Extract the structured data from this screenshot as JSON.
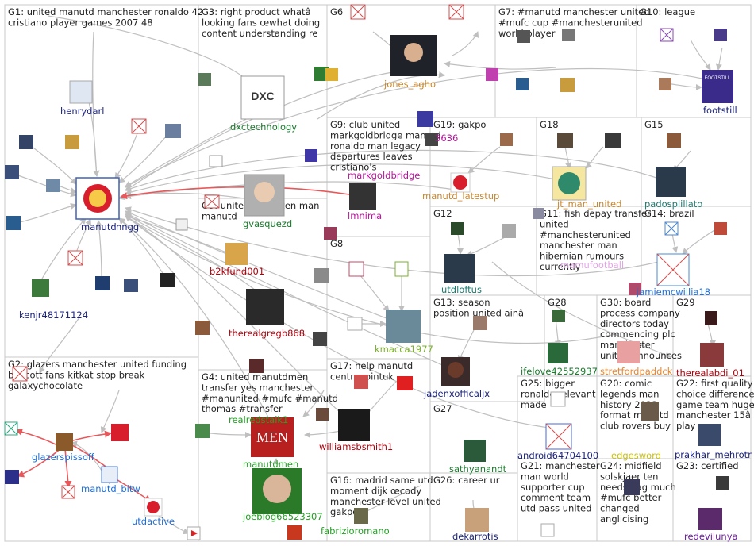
{
  "colors": {
    "grid": "#c8c8c8",
    "edge": "#bfbfbf",
    "edge_red": "#e8585b"
  },
  "groups": [
    {
      "id": "G1",
      "lines": [
        "G1: united manutd manchester ronaldo 42",
        "cristiano player games 2007 48"
      ]
    },
    {
      "id": "G2",
      "lines": [
        "G2: glazers manchester united funding",
        "boycott fans kitkat stop break",
        "galaxychocolate"
      ]
    },
    {
      "id": "G3",
      "lines": [
        "G3: right product whatâ",
        "looking fans œwhat doing",
        "content understanding re"
      ]
    },
    {
      "id": "G4",
      "lines": [
        "G4: united manutdmen",
        "transfer yes manchester",
        "#manunited #mufc #manutd",
        "thomas #transfer"
      ]
    },
    {
      "id": "G5",
      "lines": [
        "G5: united name ten man",
        "manutd"
      ]
    },
    {
      "id": "G6",
      "lines": [
        "G6"
      ]
    },
    {
      "id": "G7",
      "lines": [
        "G7: #manutd manchester united",
        "#mufc cup #manchesterunited",
        "world player"
      ]
    },
    {
      "id": "G8",
      "lines": [
        "G8"
      ]
    },
    {
      "id": "G9",
      "lines": [
        "G9: club united",
        "markgoldbridge manutd",
        "ronaldo man legacy",
        "departures leaves",
        "cristiano's"
      ]
    },
    {
      "id": "G10",
      "lines": [
        "G10: league"
      ]
    },
    {
      "id": "G11",
      "lines": [
        "G11: fish depay transfer",
        "united",
        "#manchesterunited",
        "manchester man",
        "hibernian rumours",
        "currently"
      ]
    },
    {
      "id": "G12",
      "lines": [
        "G12"
      ]
    },
    {
      "id": "G13",
      "lines": [
        "G13: season",
        "position united ainâ"
      ]
    },
    {
      "id": "G14",
      "lines": [
        "G14: brazil"
      ]
    },
    {
      "id": "G15",
      "lines": [
        "G15"
      ]
    },
    {
      "id": "G16",
      "lines": [
        "G16: madrid same utd",
        "moment dijk œcody",
        "manchester level united",
        "gakpo"
      ]
    },
    {
      "id": "G17",
      "lines": [
        "G17: help manutd",
        "centrepointuk"
      ]
    },
    {
      "id": "G18",
      "lines": [
        "G18"
      ]
    },
    {
      "id": "G19",
      "lines": [
        "G19: gakpo"
      ]
    },
    {
      "id": "G20",
      "lines": [
        "G20: comic",
        "legends man",
        "history 2022",
        "format manutd",
        "club rovers buy"
      ]
    },
    {
      "id": "G21",
      "lines": [
        "G21: manchester",
        "man world",
        "supporter cup",
        "comment team",
        "utd pass united"
      ]
    },
    {
      "id": "G22",
      "lines": [
        "G22: first quality",
        "choice difference",
        "game team huge",
        "manchester 15â",
        "play"
      ]
    },
    {
      "id": "G23",
      "lines": [
        "G23: certified"
      ]
    },
    {
      "id": "G24",
      "lines": [
        "G24: midfield",
        "solskjaer ten",
        "needs hag much",
        "#mufc better",
        "changed",
        "anglicising"
      ]
    },
    {
      "id": "G25",
      "lines": [
        "G25: bigger",
        "ronaldo relevant",
        "made"
      ]
    },
    {
      "id": "G26",
      "lines": [
        "G26: career ur"
      ]
    },
    {
      "id": "G27",
      "lines": [
        "G27"
      ]
    },
    {
      "id": "G28",
      "lines": [
        "G28"
      ]
    },
    {
      "id": "G29",
      "lines": [
        "G29"
      ]
    },
    {
      "id": "G30",
      "lines": [
        "G30: board",
        "process company",
        "directors today",
        "commencing plc",
        "manchester",
        "united announces"
      ]
    }
  ],
  "nodes": [
    {
      "label": "manutd",
      "color": "#1a237e"
    },
    {
      "label": "nngg",
      "color": "#1a237e"
    },
    {
      "label": "henrydarl",
      "color": "#1a237e"
    },
    {
      "label": "kenjr48171124",
      "color": "#1a237e"
    },
    {
      "label": "glazerspissoff",
      "color": "#1e6fd9"
    },
    {
      "label": "manutd_bitw",
      "color": "#1e6fd9"
    },
    {
      "label": "utdactive",
      "color": "#1e6fd9"
    },
    {
      "label": "dxctechnology",
      "color": "#1b7a2d"
    },
    {
      "label": "gvasquezd",
      "color": "#1b7a2d"
    },
    {
      "label": "b2kfund001",
      "color": "#b0000c"
    },
    {
      "label": "therealgregb868",
      "color": "#b0000c"
    },
    {
      "label": "realredstalk1",
      "color": "#22a022"
    },
    {
      "label": "manutdmen",
      "color": "#22a022"
    },
    {
      "label": "joeblog66523307",
      "color": "#22a022"
    },
    {
      "label": "jones_agho",
      "color": "#c9862a"
    },
    {
      "label": "markgoldbridge",
      "color": "#b8139b"
    },
    {
      "label": "lmnima",
      "color": "#b8139b"
    },
    {
      "label": "footstill",
      "color": "#1a237e"
    },
    {
      "label": "manutd_latestup",
      "color": "#c9862a"
    },
    {
      "label": "jt_man_united",
      "color": "#c9862a"
    },
    {
      "label": "padosplillato",
      "color": "#1b7a6f"
    },
    {
      "label": "mamufootball",
      "color": "#e2a4e6"
    },
    {
      "label": "jamiemcwillia18",
      "color": "#1e6fd9"
    },
    {
      "label": "utdloftus",
      "color": "#1b7a6f"
    },
    {
      "label": "kmacca1977",
      "color": "#7ab12a"
    },
    {
      "label": "williamsbsmith1",
      "color": "#b0000c"
    },
    {
      "label": "jadenxofficaljx",
      "color": "#1a237e"
    },
    {
      "label": "ifelove42552937",
      "color": "#1b7a2d"
    },
    {
      "label": "stretfordpaddck",
      "color": "#e8852a"
    },
    {
      "label": "therealabdi_01",
      "color": "#b0000c"
    },
    {
      "label": "android64704100",
      "color": "#1a237e"
    },
    {
      "label": "sathyanandt",
      "color": "#1b7a2d"
    },
    {
      "label": "edgesword",
      "color": "#c8c010"
    },
    {
      "label": "prakhar_mehrotr",
      "color": "#1a237e"
    },
    {
      "label": "fabrizioromano",
      "color": "#22a022"
    },
    {
      "label": "dekarrotis",
      "color": "#1a237e"
    },
    {
      "label": "redevilunya",
      "color": "#6a1b9a"
    },
    {
      "label": "3636",
      "color": "#b8139b"
    }
  ]
}
